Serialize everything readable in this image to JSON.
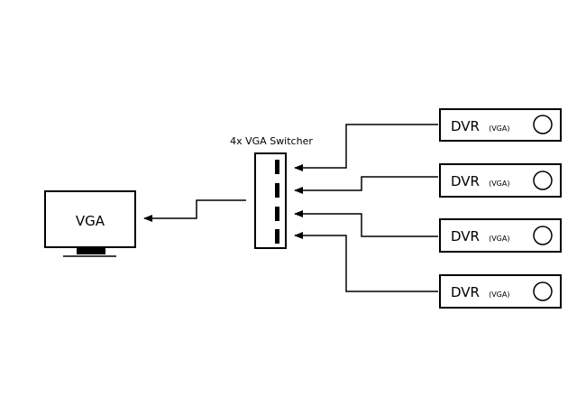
{
  "monitor": {
    "label": "VGA"
  },
  "switcher": {
    "label": "4x VGA Switcher"
  },
  "dvrs": [
    {
      "name": "DVR",
      "interface": "(VGA)"
    },
    {
      "name": "DVR",
      "interface": "(VGA)"
    },
    {
      "name": "DVR",
      "interface": "(VGA)"
    },
    {
      "name": "DVR",
      "interface": "(VGA)"
    }
  ]
}
